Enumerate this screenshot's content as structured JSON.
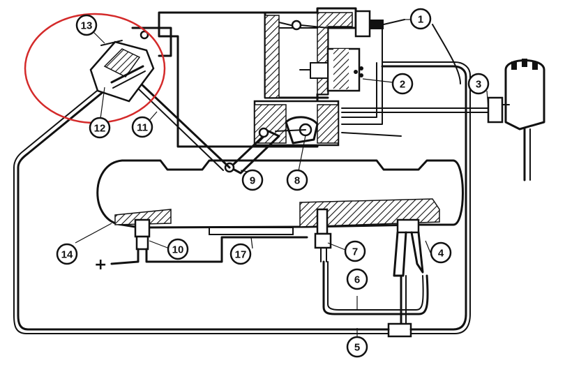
{
  "callouts": [
    {
      "id": "1",
      "label": "1"
    },
    {
      "id": "2",
      "label": "2"
    },
    {
      "id": "3",
      "label": "3"
    },
    {
      "id": "4",
      "label": "4"
    },
    {
      "id": "5",
      "label": "5"
    },
    {
      "id": "6",
      "label": "6"
    },
    {
      "id": "7",
      "label": "7"
    },
    {
      "id": "8",
      "label": "8"
    },
    {
      "id": "9",
      "label": "9"
    },
    {
      "id": "10",
      "label": "10"
    },
    {
      "id": "11",
      "label": "11"
    },
    {
      "id": "12",
      "label": "12"
    },
    {
      "id": "13",
      "label": "13"
    },
    {
      "id": "14",
      "label": "14"
    },
    {
      "id": "17",
      "label": "17"
    }
  ],
  "terminal_symbol": "+",
  "highlight_color": "#d42a2a",
  "ink_color": "#111111"
}
